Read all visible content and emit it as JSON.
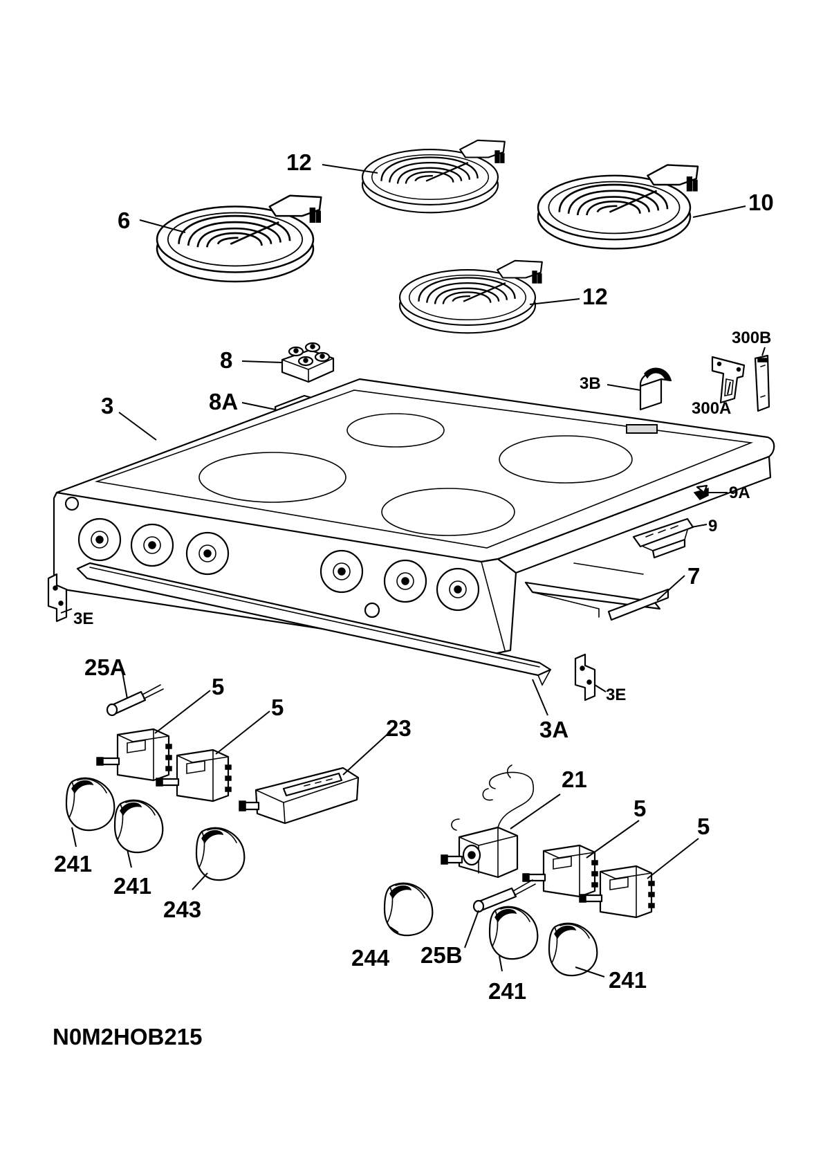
{
  "diagram_code": "N0M2HOB215",
  "labels": {
    "l12_top": "12",
    "l6": "6",
    "l10": "10",
    "l12_right": "12",
    "l8": "8",
    "l8A": "8A",
    "l3": "3",
    "l3B": "3B",
    "l300B": "300B",
    "l300A": "300A",
    "l9A": "9A",
    "l9": "9",
    "l7": "7",
    "l3E_left": "3E",
    "l3E_right": "3E",
    "l3A": "3A",
    "l25A": "25A",
    "l5_a": "5",
    "l5_b": "5",
    "l23": "23",
    "l21": "21",
    "l5_c": "5",
    "l5_d": "5",
    "l241_a": "241",
    "l241_b": "241",
    "l243": "243",
    "l244": "244",
    "l25B": "25B",
    "l241_c": "241",
    "l241_d": "241"
  }
}
